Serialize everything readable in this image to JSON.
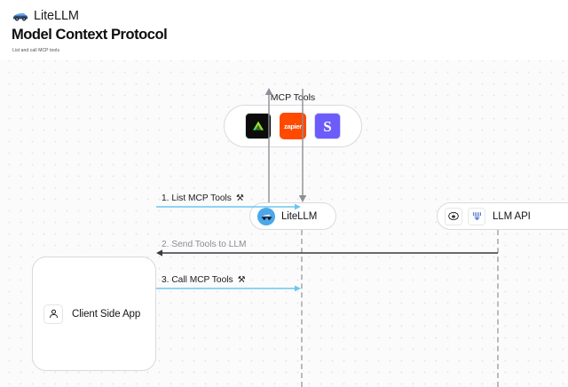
{
  "brand": {
    "name": "LiteLLM",
    "logo_icon": "litellm-truck-logo-icon"
  },
  "header": {
    "title": "Model Context Protocol",
    "subtitle": "List and call MCP tools"
  },
  "diagram": {
    "mcp_group": {
      "label": "MCP Tools",
      "tools": [
        {
          "name": "dark-triangle-tool-icon",
          "label": "",
          "bg": "#0c0c0c"
        },
        {
          "name": "zapier-tool-icon",
          "label": "zapier",
          "bg": "#ff4a00"
        },
        {
          "name": "s-tool-icon",
          "label": "S",
          "bg": "#6c5cfa"
        }
      ]
    },
    "nodes": {
      "litellm": {
        "label": "LiteLLM",
        "icon": "litellm-avatar-icon"
      },
      "llm_api": {
        "label": "LLM API",
        "icons": [
          "openai-icon",
          "anthropic-icon"
        ]
      },
      "client": {
        "label": "Client Side App",
        "icon": "user-person-icon"
      }
    },
    "messages": [
      {
        "id": 1,
        "label": "1. List MCP Tools",
        "icon": "tools-icon",
        "color": "#6cc6f0",
        "direction": "right"
      },
      {
        "id": 2,
        "label": "2. Send Tools to LLM",
        "icon": "",
        "color": "#3a3a3d",
        "direction": "left"
      },
      {
        "id": 3,
        "label": "3. Call MCP Tools",
        "icon": "tools-icon",
        "color": "#6cc6f0",
        "direction": "right"
      }
    ],
    "tools_glyph": "⚒",
    "colors": {
      "accent_blue": "#6cc6f0",
      "arrow_dark": "#3a3a3d",
      "lifeline": "#b9babe",
      "canvas": "#fbfbfc",
      "dot_grid": "#e6e7ea"
    }
  }
}
